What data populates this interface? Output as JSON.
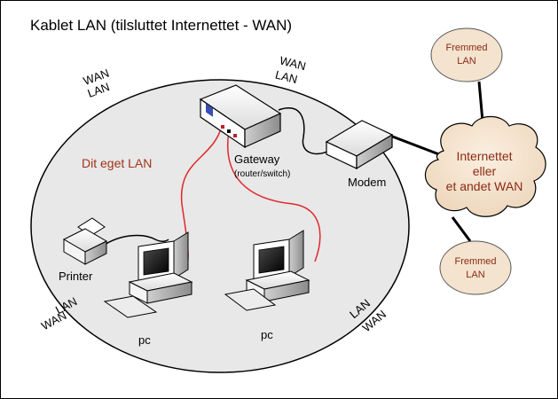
{
  "title": "Kablet LAN (tilsluttet Internettet - WAN)",
  "own_lan_label": "Dit eget LAN",
  "boundary_labels": {
    "top_left": [
      "WAN",
      "LAN"
    ],
    "top_right": [
      "WAN",
      "LAN"
    ],
    "bottom_left": [
      "LAN",
      "WAN"
    ],
    "bottom_right": [
      "LAN",
      "WAN"
    ]
  },
  "devices": {
    "gateway": {
      "name": "Gateway",
      "sub": "(router/switch)"
    },
    "modem": {
      "name": "Modem"
    },
    "printer": {
      "name": "Printer"
    },
    "pc_left": {
      "name": "pc"
    },
    "pc_right": {
      "name": "pc"
    }
  },
  "clouds": {
    "internet": [
      "Internettet",
      "eller",
      "et andet WAN"
    ],
    "foreign_top": [
      "Fremmed",
      "LAN"
    ],
    "foreign_bottom": [
      "Fremmed",
      "LAN"
    ]
  },
  "colors": {
    "border": "#000000",
    "lan_fill": "#e8e8e8",
    "cloud_fill": "#f3e3cf",
    "cloud_text": "#8b2a14",
    "own_lan_text": "#a0341b",
    "lan_cable": "#e0282a",
    "wan_cable": "#000000"
  }
}
